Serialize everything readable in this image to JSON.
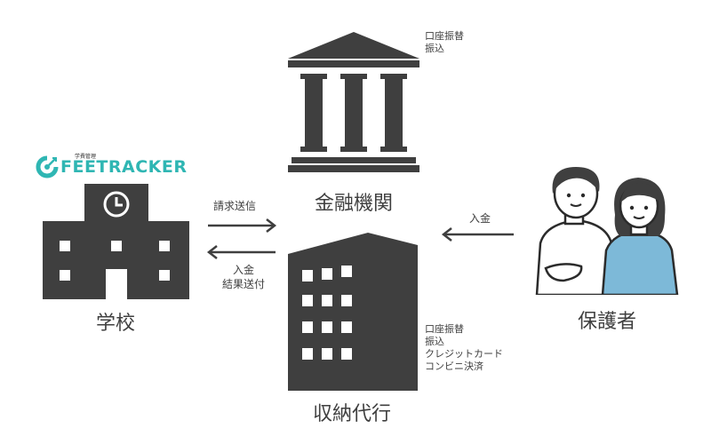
{
  "logo": {
    "subtitle": "学費管理",
    "wordmark": "FEETRACKER",
    "brand_color": "#2fb6b3"
  },
  "nodes": {
    "school": {
      "label": "学校"
    },
    "bank": {
      "label": "金融機関",
      "notes": [
        "口座振替",
        "振込"
      ]
    },
    "agency": {
      "label": "収納代行",
      "notes": [
        "口座振替",
        "振込",
        "クレジットカード",
        "コンビニ決済"
      ]
    },
    "guardian": {
      "label": "保護者"
    }
  },
  "edges": {
    "school_to_agency": {
      "label": "請求送信"
    },
    "agency_to_school": {
      "lines": [
        "入金",
        "結果送付"
      ]
    },
    "guardian_to_agency": {
      "label": "入金"
    }
  },
  "colors": {
    "icon": "#3f3f3f",
    "text": "#3f3f3f",
    "shirt_blue": "#7db9d8"
  }
}
